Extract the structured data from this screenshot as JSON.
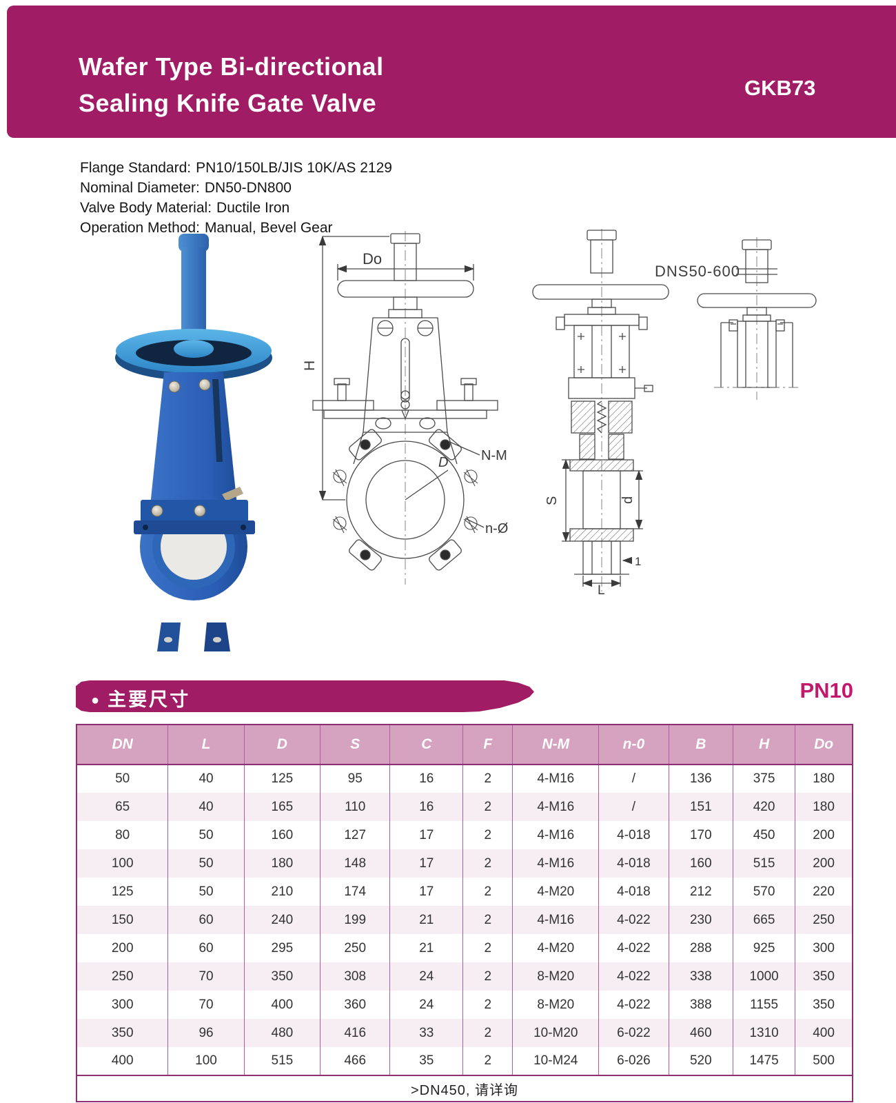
{
  "colors": {
    "band": "#a01d66",
    "accent": "#c2186d",
    "thead": "#d5a2c0",
    "grid": "#b05ba0",
    "frame": "#8f2e72",
    "rowalt": "#f7eef4",
    "valve_body_blue": "#2a5db4",
    "handwheel_blue": "#3f9bd8"
  },
  "header": {
    "title_line1": "Wafer Type Bi-directional",
    "title_line2": "Sealing Knife Gate Valve",
    "model": "GKB73"
  },
  "specs": {
    "lines": [
      {
        "label": "Flange Standard:",
        "value": "PN10/150LB/JIS 10K/AS 2129"
      },
      {
        "label": "Nominal Diameter:",
        "value": "DN50-DN800"
      },
      {
        "label": "Valve Body Material:",
        "value": "Ductile Iron"
      },
      {
        "label": "Operation Method:",
        "value": "Manual, Bevel Gear"
      }
    ]
  },
  "drawings": {
    "range_label": "DNS50-600",
    "front_view": {
      "dim_do": "Do",
      "dim_h": "H",
      "dim_nm": "N-M",
      "dim_d": "D",
      "dim_n_o": "n-Ø"
    },
    "side_view": {
      "dim_s": "S",
      "dim_d_small": "d",
      "dim_l": "L",
      "dim_one": "1"
    }
  },
  "section": {
    "bullet": "●",
    "title": "主要尺寸",
    "pressure_class": "PN10"
  },
  "table": {
    "columns": [
      "DN",
      "L",
      "D",
      "S",
      "C",
      "F",
      "N-M",
      "n-0",
      "B",
      "H",
      "Do"
    ],
    "rows": [
      [
        "50",
        "40",
        "125",
        "95",
        "16",
        "2",
        "4-M16",
        "/",
        "136",
        "375",
        "180"
      ],
      [
        "65",
        "40",
        "165",
        "110",
        "16",
        "2",
        "4-M16",
        "/",
        "151",
        "420",
        "180"
      ],
      [
        "80",
        "50",
        "160",
        "127",
        "17",
        "2",
        "4-M16",
        "4-018",
        "170",
        "450",
        "200"
      ],
      [
        "100",
        "50",
        "180",
        "148",
        "17",
        "2",
        "4-M16",
        "4-018",
        "160",
        "515",
        "200"
      ],
      [
        "125",
        "50",
        "210",
        "174",
        "17",
        "2",
        "4-M20",
        "4-018",
        "212",
        "570",
        "220"
      ],
      [
        "150",
        "60",
        "240",
        "199",
        "21",
        "2",
        "4-M16",
        "4-022",
        "230",
        "665",
        "250"
      ],
      [
        "200",
        "60",
        "295",
        "250",
        "21",
        "2",
        "4-M20",
        "4-022",
        "288",
        "925",
        "300"
      ],
      [
        "250",
        "70",
        "350",
        "308",
        "24",
        "2",
        "8-M20",
        "4-022",
        "338",
        "1000",
        "350"
      ],
      [
        "300",
        "70",
        "400",
        "360",
        "24",
        "2",
        "8-M20",
        "4-022",
        "388",
        "1155",
        "350"
      ],
      [
        "350",
        "96",
        "480",
        "416",
        "33",
        "2",
        "10-M20",
        "6-022",
        "460",
        "1310",
        "400"
      ],
      [
        "400",
        "100",
        "515",
        "466",
        "35",
        "2",
        "10-M24",
        "6-026",
        "520",
        "1475",
        "500"
      ]
    ],
    "footnote": ">DN450, 请详询"
  }
}
